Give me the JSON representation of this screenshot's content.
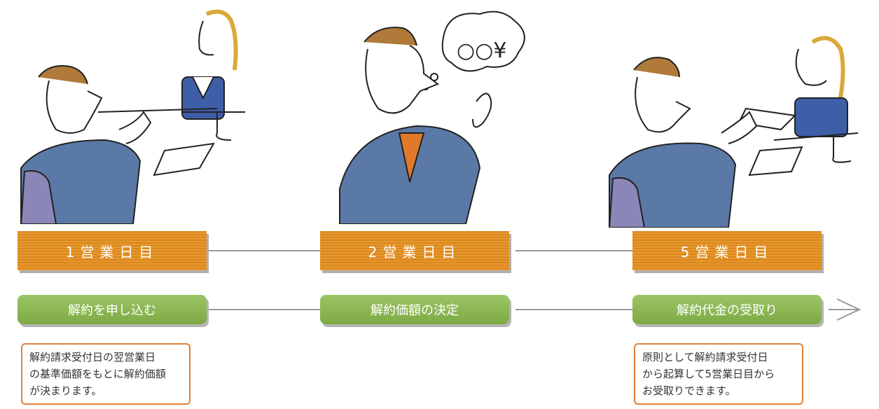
{
  "steps": [
    {
      "day": "1営業日目",
      "action": "解約を申し込む"
    },
    {
      "day": "2営業日目",
      "action": "解約価額の決定"
    },
    {
      "day": "5営業日目",
      "action": "解約代金の受取り"
    }
  ],
  "notes": {
    "left": "解約請求受付日の翌営業日\nの基準価額をもとに解約価額\nが決まります。",
    "right": "原則として解約請求受付日\nから起算して5営業日目から\nお受取りできます。"
  },
  "illustrations": [
    "two-people-meeting",
    "man-thinking-of-price",
    "two-people-handing-over"
  ],
  "thought_bubble": "○○¥",
  "colors": {
    "day_box": "#e8992e",
    "step_box": "#8fbb57",
    "note_border": "#e0803a",
    "connector": "#9a9a9a"
  }
}
